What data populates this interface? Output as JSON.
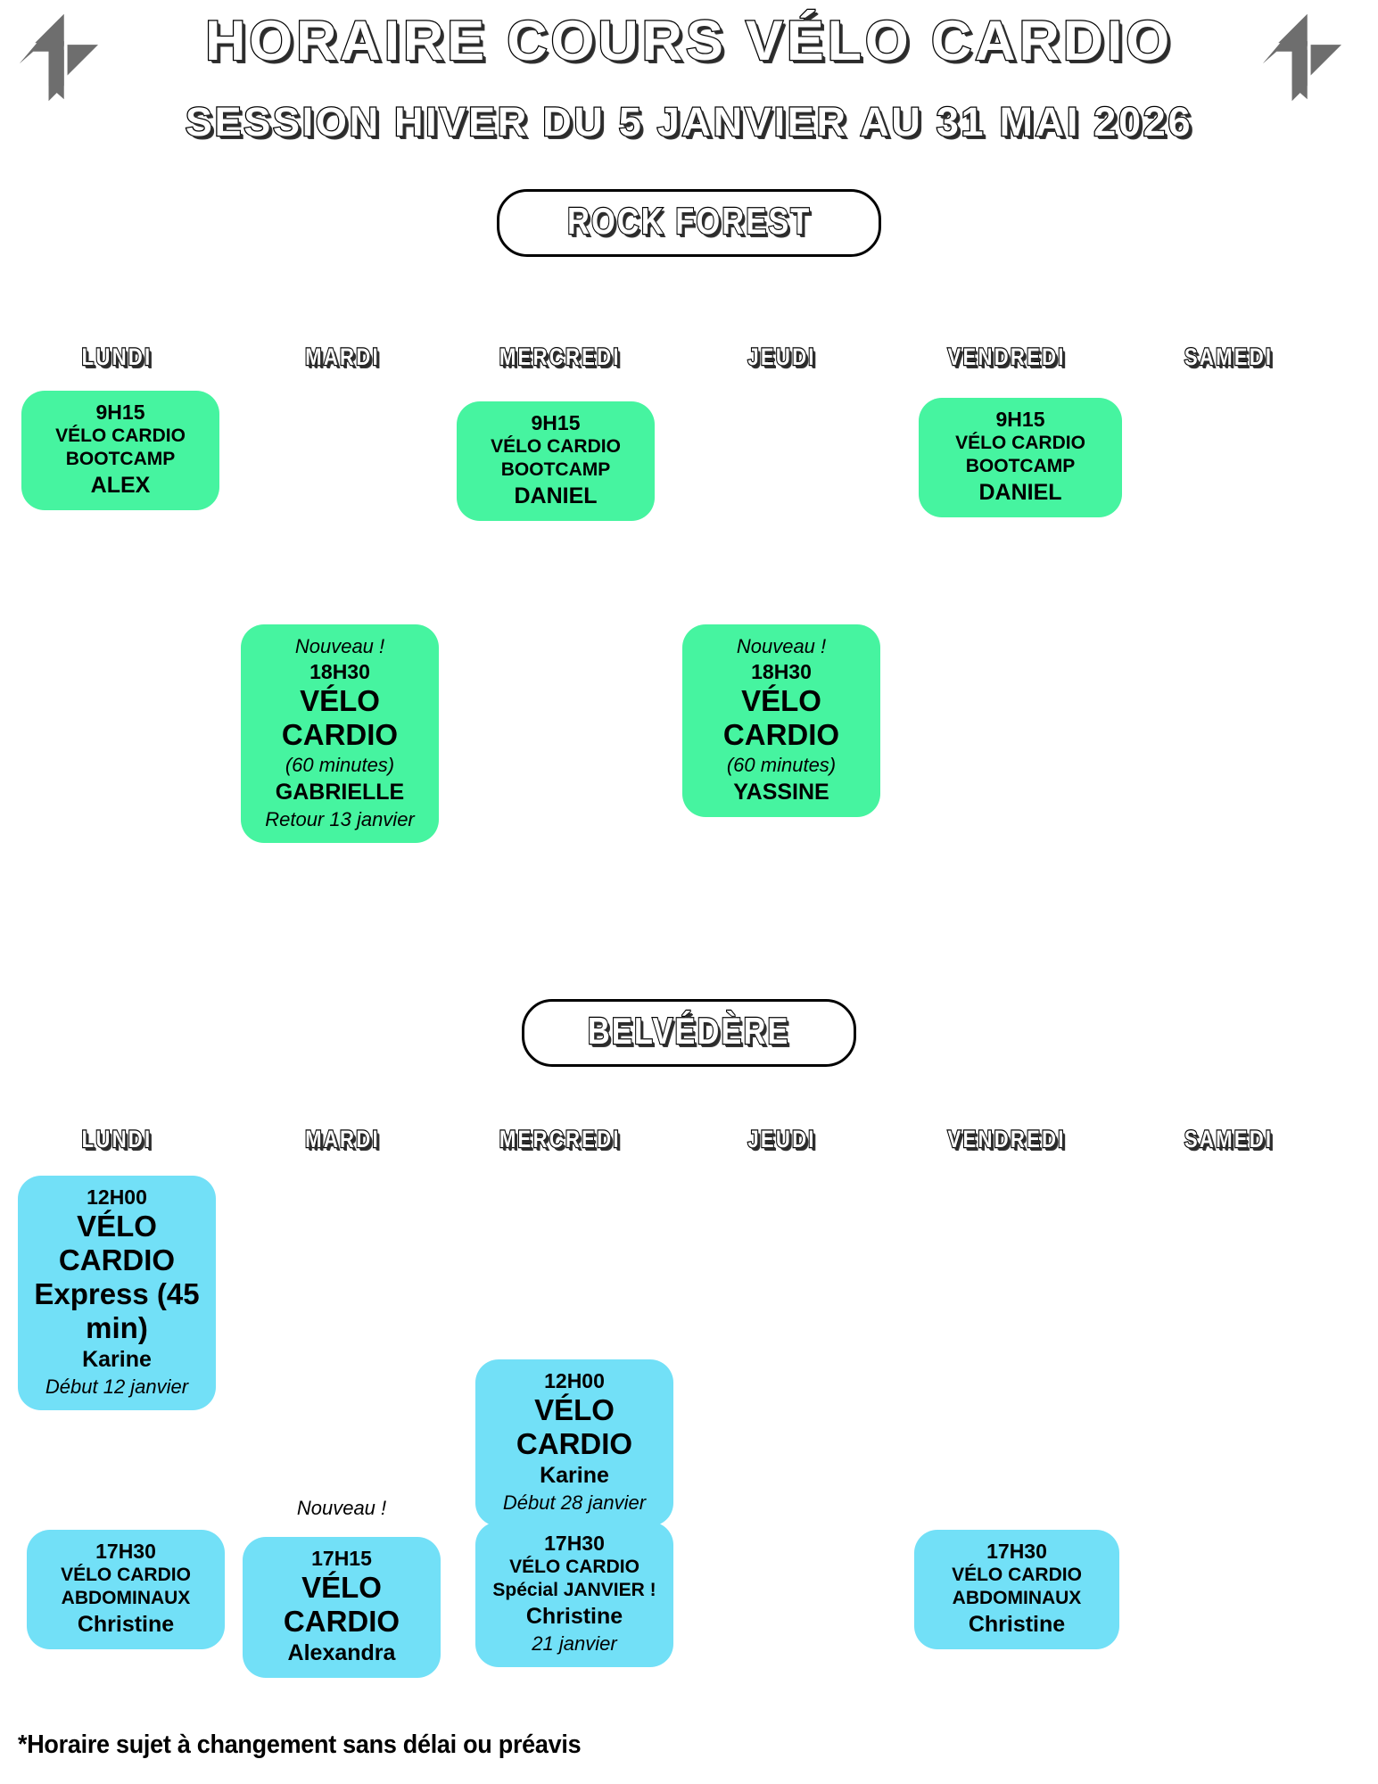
{
  "header": {
    "title": "HORAIRE COURS VÉLO CARDIO",
    "subtitle": "SESSION HIVER DU 5 JANVIER AU 31 MAI 2026",
    "logo_left_name": "brand-logo-left",
    "logo_right_name": "brand-logo-right",
    "logo_color": "#6E6E6E"
  },
  "colors": {
    "green_card": "#46F4A0",
    "blue_card": "#72E0F7",
    "text": "#000000",
    "page_background": "#FFFFFF"
  },
  "days": [
    "LUNDI",
    "MARDI",
    "MERCREDI",
    "JEUDI",
    "VENDREDI",
    "SAMEDI"
  ],
  "sections": [
    {
      "id": "rock-forest",
      "location": "ROCK FOREST",
      "cards": [
        {
          "day": "LUNDI",
          "color": "green",
          "lines": [
            {
              "text": "9H15",
              "style": "time"
            },
            {
              "text": "VÉLO CARDIO",
              "style": "body"
            },
            {
              "text": "BOOTCAMP",
              "style": "body"
            },
            {
              "text": "ALEX",
              "style": "name-lg"
            }
          ]
        },
        {
          "day": "MERCREDI",
          "color": "green",
          "lines": [
            {
              "text": "9H15",
              "style": "time"
            },
            {
              "text": "VÉLO CARDIO",
              "style": "body"
            },
            {
              "text": "BOOTCAMP",
              "style": "body"
            },
            {
              "text": "DANIEL",
              "style": "name-lg"
            }
          ]
        },
        {
          "day": "VENDREDI",
          "color": "green",
          "lines": [
            {
              "text": "9H15",
              "style": "time"
            },
            {
              "text": "VÉLO CARDIO",
              "style": "body"
            },
            {
              "text": "BOOTCAMP",
              "style": "body"
            },
            {
              "text": "DANIEL",
              "style": "name-lg"
            }
          ]
        },
        {
          "day": "MARDI",
          "color": "green",
          "lines": [
            {
              "text": "Nouveau !",
              "style": "note"
            },
            {
              "text": "18H30",
              "style": "time"
            },
            {
              "text": "VÉLO CARDIO",
              "style": "title-lg"
            },
            {
              "text": "(60 minutes)",
              "style": "note"
            },
            {
              "text": "GABRIELLE",
              "style": "name-lg"
            },
            {
              "text": "Retour 13 janvier",
              "style": "note"
            }
          ]
        },
        {
          "day": "JEUDI",
          "color": "green",
          "lines": [
            {
              "text": "Nouveau !",
              "style": "note"
            },
            {
              "text": "18H30",
              "style": "time"
            },
            {
              "text": "VÉLO CARDIO",
              "style": "title-lg"
            },
            {
              "text": "(60 minutes)",
              "style": "note"
            },
            {
              "text": "YASSINE",
              "style": "name-lg"
            }
          ]
        }
      ]
    },
    {
      "id": "belvedere",
      "location": "BELVÉDÈRE",
      "cards": [
        {
          "day": "LUNDI",
          "color": "blue",
          "lines": [
            {
              "text": "12H00",
              "style": "time"
            },
            {
              "text": "VÉLO CARDIO",
              "style": "title-lg"
            },
            {
              "text": "Express (45 min)",
              "style": "title-lg"
            },
            {
              "text": "Karine",
              "style": "name-lg"
            },
            {
              "text": "Début 12 janvier",
              "style": "note"
            }
          ]
        },
        {
          "day": "MERCREDI",
          "color": "blue",
          "lines": [
            {
              "text": "12H00",
              "style": "time"
            },
            {
              "text": "VÉLO CARDIO",
              "style": "title-lg"
            },
            {
              "text": "Karine",
              "style": "name-lg"
            },
            {
              "text": "Début 28 janvier",
              "style": "note"
            }
          ]
        },
        {
          "day": "LUNDI",
          "color": "blue",
          "lines": [
            {
              "text": "17H30",
              "style": "time"
            },
            {
              "text": "VÉLO CARDIO",
              "style": "body"
            },
            {
              "text": "ABDOMINAUX",
              "style": "body"
            },
            {
              "text": "Christine",
              "style": "name-lg"
            }
          ]
        },
        {
          "day": "MARDI",
          "color": "blue",
          "outside_note": "Nouveau !",
          "lines": [
            {
              "text": "17H15",
              "style": "time"
            },
            {
              "text": "VÉLO CARDIO",
              "style": "title-lg"
            },
            {
              "text": "Alexandra",
              "style": "name-lg"
            }
          ]
        },
        {
          "day": "MERCREDI",
          "color": "blue",
          "lines": [
            {
              "text": "17H30",
              "style": "time"
            },
            {
              "text": "VÉLO CARDIO",
              "style": "body"
            },
            {
              "text": "Spécial JANVIER !",
              "style": "body"
            },
            {
              "text": "Christine",
              "style": "name-lg"
            },
            {
              "text": "21 janvier",
              "style": "note"
            }
          ]
        },
        {
          "day": "VENDREDI",
          "color": "blue",
          "lines": [
            {
              "text": "17H30",
              "style": "time"
            },
            {
              "text": "VÉLO CARDIO",
              "style": "body"
            },
            {
              "text": "ABDOMINAUX",
              "style": "body"
            },
            {
              "text": "Christine",
              "style": "name-lg"
            }
          ]
        }
      ]
    }
  ],
  "footer": {
    "disclaimer": "*Horaire sujet à changement sans délai ou préavis"
  }
}
